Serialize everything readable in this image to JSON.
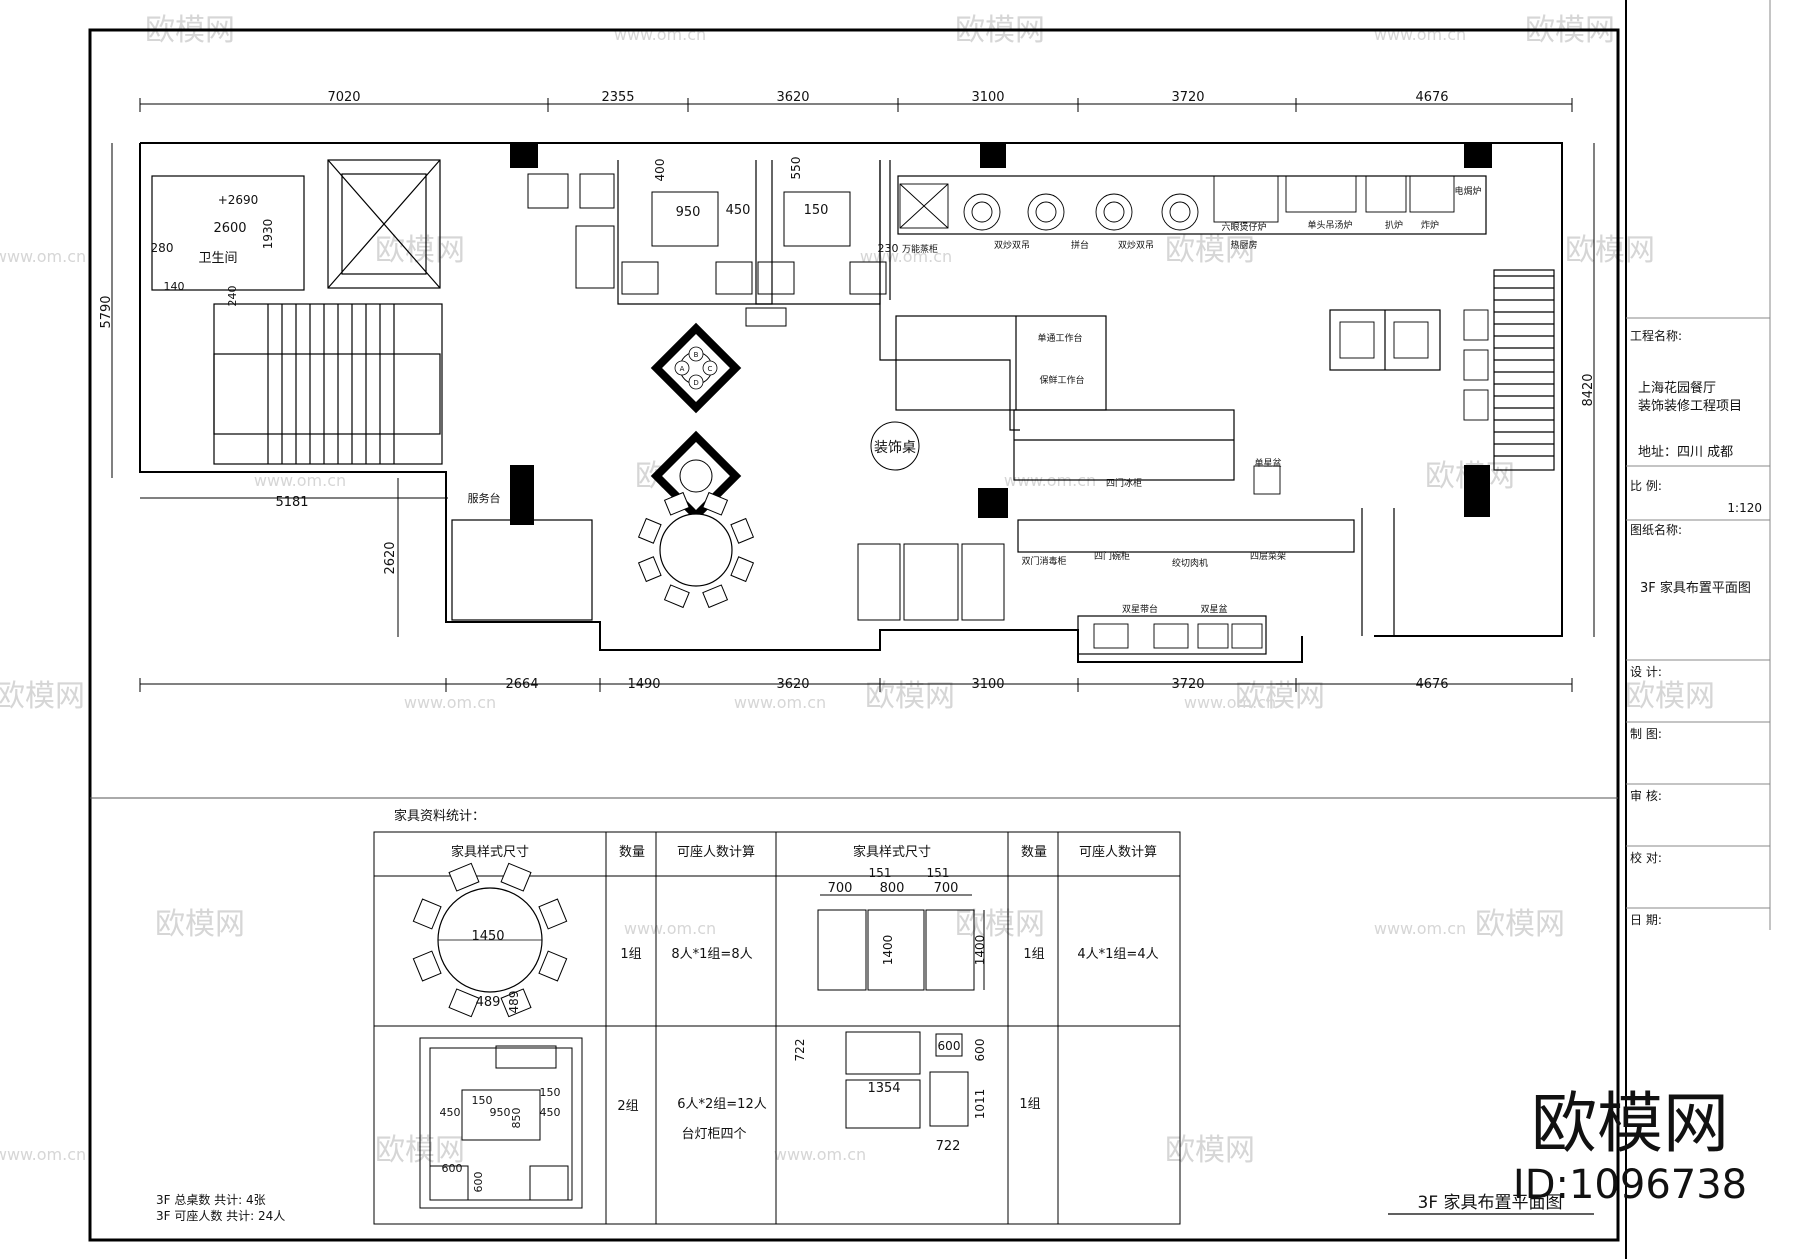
{
  "dimensions": {
    "top": [
      "7020",
      "2355",
      "3620",
      "3100",
      "3720",
      "4676"
    ],
    "bottom": [
      "2664",
      "1490",
      "3620",
      "3100",
      "3720",
      "4676"
    ],
    "left_total": "5790",
    "right_total": "8420",
    "stair_width": "5181",
    "left_lower": "2620",
    "inner": {
      "elev": "+2690",
      "d2600": "2600",
      "d1930": "1930",
      "d280": "280",
      "d140": "140",
      "d240": "240",
      "d400": "400",
      "d950": "950",
      "d450": "450",
      "d550": "550",
      "d150": "150",
      "d230": "230"
    }
  },
  "rooms": {
    "restroom": "卫生间",
    "deco_table": "装饰桌",
    "service": "服务台"
  },
  "round_table_seats": [
    "A",
    "B",
    "C",
    "D"
  ],
  "kitchen_labels": {
    "steamer": "万能蒸柜",
    "wok1": "双炒双吊",
    "stand": "拼台",
    "wok2": "双炒双吊",
    "six_burner": "六眼煲仔炉",
    "hot_room": "热厨房",
    "single_soup": "单头吊汤炉",
    "grill": "扒炉",
    "fryer": "炸炉",
    "electric": "电焗炉",
    "single_work": "单通工作台",
    "protect_work": "保鲜工作台",
    "four_door": "四门冰柜",
    "single_sink": "单星盆",
    "disinfect": "双门消毒柜",
    "four_door_cab": "四门碗柜",
    "grinder": "绞切肉机",
    "shelf": "四层菜架",
    "double_counter": "双星带台",
    "double_sink": "双星盆"
  },
  "stats_title": "家具资料统计：",
  "table": {
    "headers": [
      "家具样式尺寸",
      "数量",
      "可座人数计算",
      "家具样式尺寸",
      "数量",
      "可座人数计算"
    ],
    "row1": {
      "left_dims": [
        "1450",
        "489",
        "489"
      ],
      "left_qty": "1组",
      "left_calc": "8人*1组=8人",
      "right_dims": [
        "700",
        "151",
        "800",
        "151",
        "700",
        "1400",
        "1400"
      ],
      "right_qty": "1组",
      "right_calc": "4人*1组=4人"
    },
    "row2": {
      "left_dims": [
        "150",
        "150",
        "450",
        "950",
        "450",
        "850",
        "600",
        "600"
      ],
      "left_qty": "2组",
      "left_calc": "6人*2组=12人",
      "left_note": "台灯柜四个",
      "right_dims": [
        "722",
        "600",
        "600",
        "1354",
        "1011",
        "722"
      ],
      "right_qty": "1组"
    }
  },
  "summary": [
    "3F  总桌数  共计:    4张",
    "3F  可座人数  共计: 24人"
  ],
  "drawing_title": "3F  家具布置平面图",
  "title_block": {
    "project_name_label": "工程名称:",
    "project_line1": "上海花园餐厅",
    "project_line2": "装饰装修工程项目",
    "address": "地址：四川   成都",
    "scale_label": "比    例:",
    "scale_value": "1:120",
    "drawing_name_label": "图纸名称:",
    "drawing_name": "3F    家具布置平面图",
    "design": "设    计:",
    "draft": "制    图:",
    "review": "审    核:",
    "check": "校    对:",
    "date": "日    期:"
  },
  "watermark": {
    "brand": "欧模网",
    "url": "www.om.cn",
    "id": "ID:1096738"
  }
}
